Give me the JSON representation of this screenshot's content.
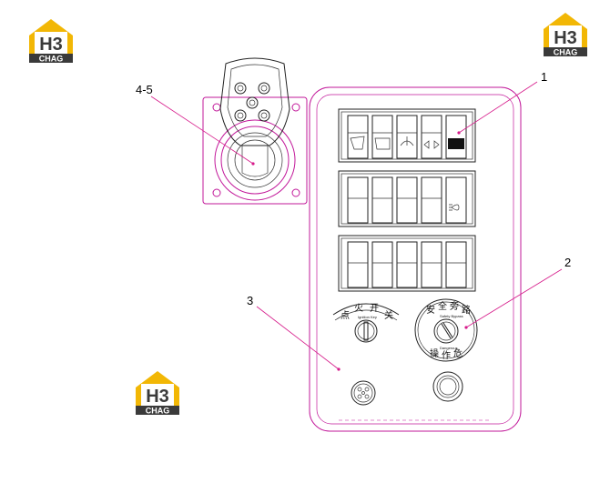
{
  "logo": {
    "top_text": "H3",
    "bottom_text": "CHAG",
    "accent": "#f2b705",
    "dark": "#3a3a3a"
  },
  "callouts": [
    {
      "id": "1",
      "label": "1"
    },
    {
      "id": "2",
      "label": "2"
    },
    {
      "id": "3",
      "label": "3"
    },
    {
      "id": "4-5",
      "label": "4-5"
    }
  ],
  "ignition": {
    "chars": [
      "点",
      "火",
      "开",
      "关"
    ],
    "sub": "Ignition Key"
  },
  "safety": {
    "top_chars": [
      "安",
      "全",
      "旁",
      "路"
    ],
    "top_sub": "Safety Bypass",
    "bottom_chars": [
      "操",
      "作",
      "危"
    ],
    "bottom_sub": "Dangerous"
  },
  "colors": {
    "outline": "#c2189a",
    "leader": "#d61a8a",
    "ink": "#222222"
  }
}
